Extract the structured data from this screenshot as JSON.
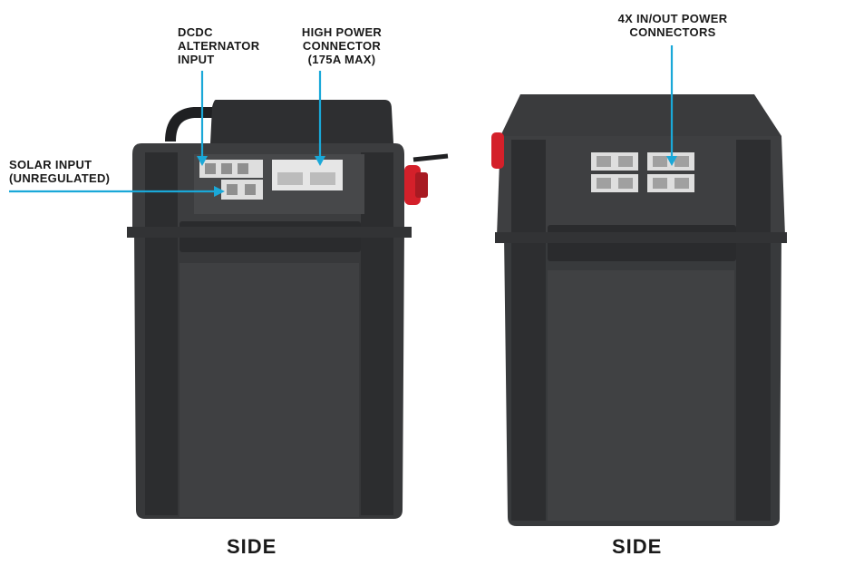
{
  "left_view": {
    "callouts": {
      "dcdc": [
        "DCDC",
        "ALTERNATOR",
        "INPUT"
      ],
      "high_power": [
        "HIGH POWER",
        "CONNECTOR",
        "(175A MAX)"
      ],
      "solar": [
        "SOLAR INPUT",
        "(UNREGULATED)"
      ]
    },
    "caption": "SIDE"
  },
  "right_view": {
    "callouts": {
      "inout": [
        "4X IN/OUT POWER",
        "CONNECTORS"
      ]
    },
    "caption": "SIDE"
  },
  "colors": {
    "callout_line": "#1aa8d8",
    "body": "#3a3b3d",
    "connector": "#dedede",
    "knob": "#d4202a"
  }
}
